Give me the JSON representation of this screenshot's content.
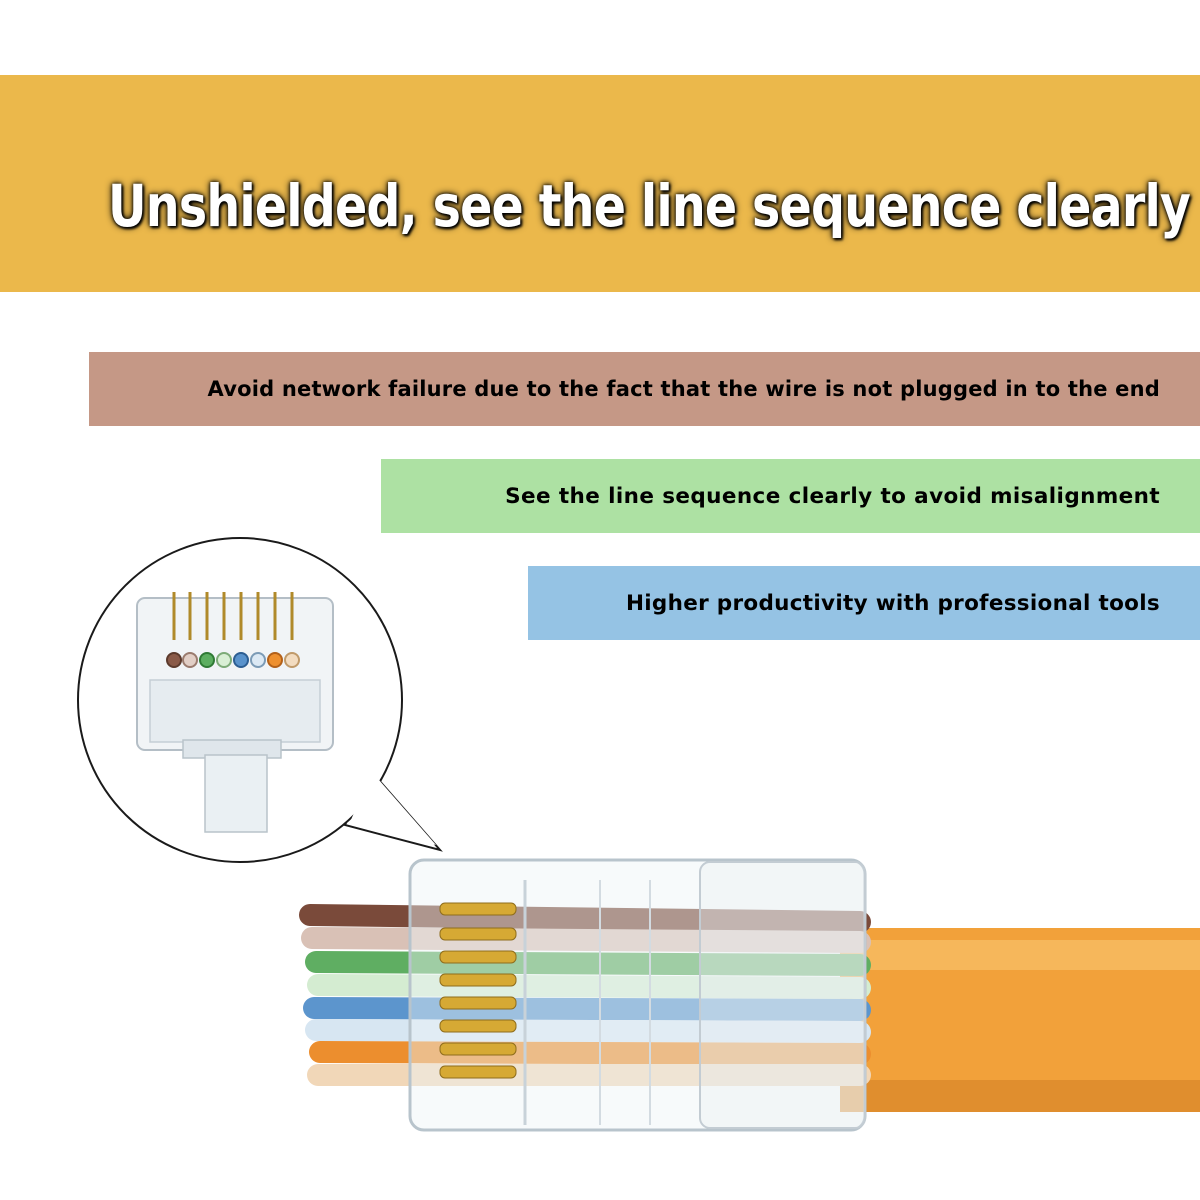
{
  "headline": "Unshielded, see the line sequence clearly",
  "features": [
    "Avoid network failure due to the fact that the wire is not plugged in to the end",
    "See the line sequence clearly to avoid misalignment",
    "Higher productivity with professional tools"
  ],
  "colors": {
    "header_band": "#ebb84b",
    "feature_1": "#c59886",
    "feature_2": "#ade1a3",
    "feature_3": "#95c3e4",
    "cable_jacket": "#f2a13a"
  }
}
